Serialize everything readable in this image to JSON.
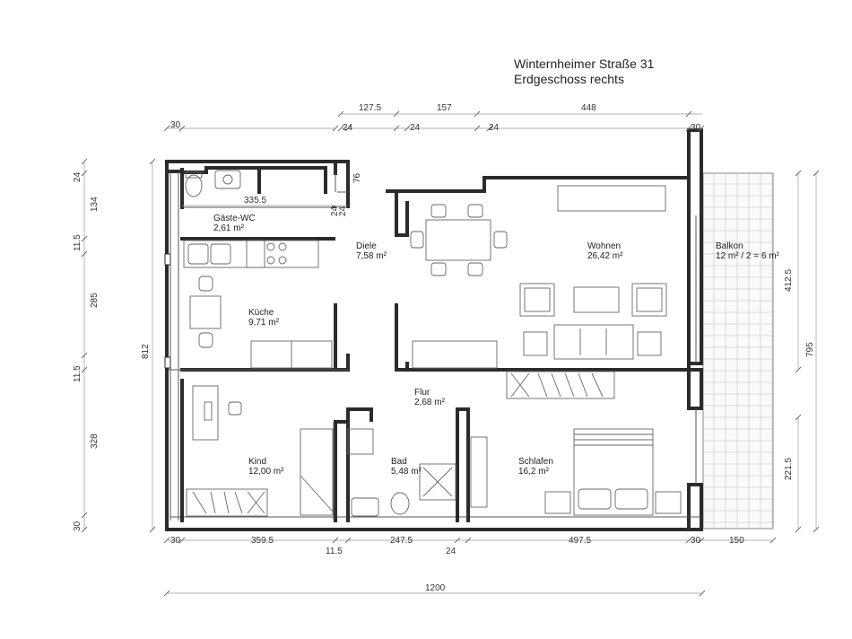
{
  "header": {
    "address": "Winternheimer Straße 31",
    "floor": "Erdgeschoss rechts"
  },
  "rooms": [
    {
      "name": "Gäste-WC",
      "area": "2,61 m²"
    },
    {
      "name": "Diele",
      "area": "7,58 m²"
    },
    {
      "name": "Wohnen",
      "area": "26,42 m²"
    },
    {
      "name": "Balkon",
      "area": "12 m² / 2 = 6 m²"
    },
    {
      "name": "Küche",
      "area": "9,71 m²"
    },
    {
      "name": "Flur",
      "area": "2,68 m²"
    },
    {
      "name": "Kind",
      "area": "12,00 m²"
    },
    {
      "name": "Bad",
      "area": "5,48 m²"
    },
    {
      "name": "Schlafen",
      "area": "16,2 m²"
    }
  ],
  "dimensions": {
    "top": [
      "30",
      "127.5",
      "24",
      "157",
      "24",
      "448",
      "24",
      "30"
    ],
    "left": [
      "24",
      "134",
      "11.5",
      "285",
      "11.5",
      "328",
      "30"
    ],
    "overall_height": "812",
    "right": [
      "412.5",
      "795",
      "221.5"
    ],
    "bottom": [
      "30",
      "359.5",
      "11.5",
      "247.5",
      "24",
      "497.5",
      "30",
      "150"
    ],
    "overall_width": "1200",
    "inner": [
      "335.5",
      "76",
      "24",
      "24"
    ]
  }
}
